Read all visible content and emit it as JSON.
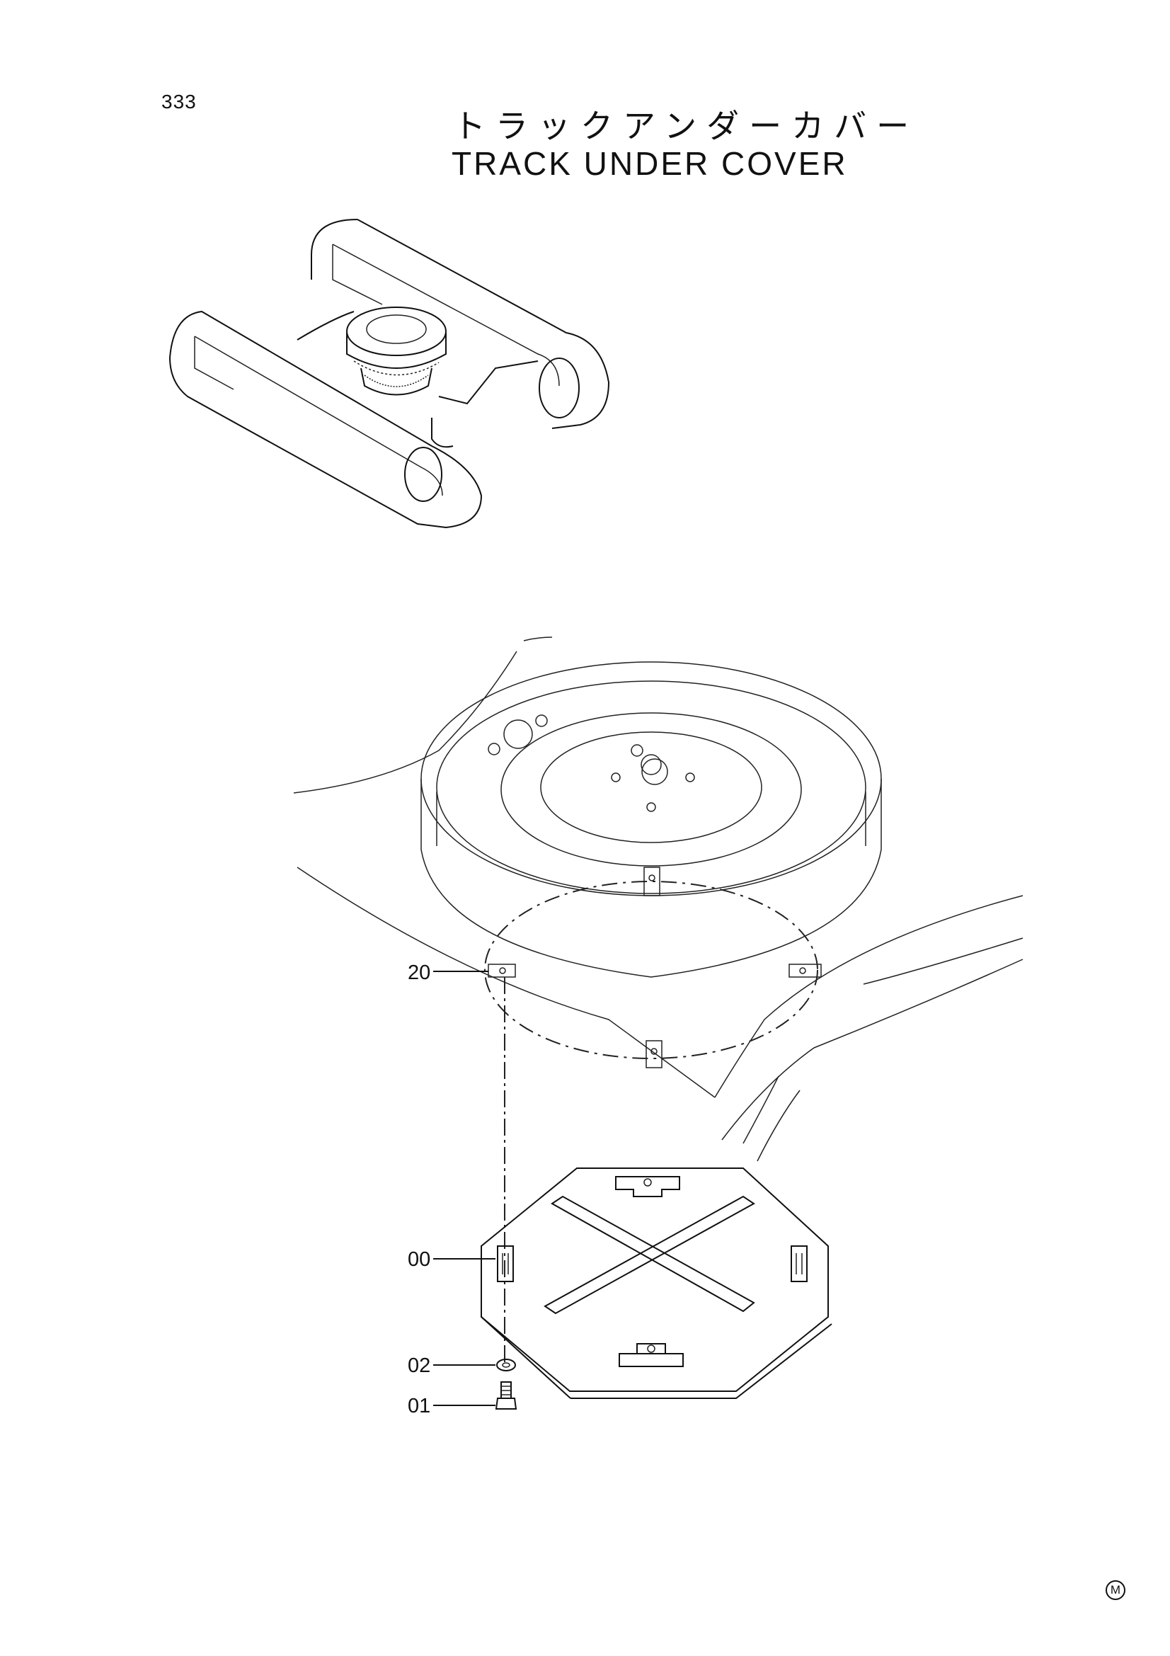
{
  "page_number": "333",
  "title_jp": "トラックアンダーカバー",
  "title_en": "TRACK UNDER COVER",
  "callouts": [
    {
      "id": "20"
    },
    {
      "id": "00"
    },
    {
      "id": "02"
    },
    {
      "id": "01"
    }
  ],
  "corner_mark": "M"
}
